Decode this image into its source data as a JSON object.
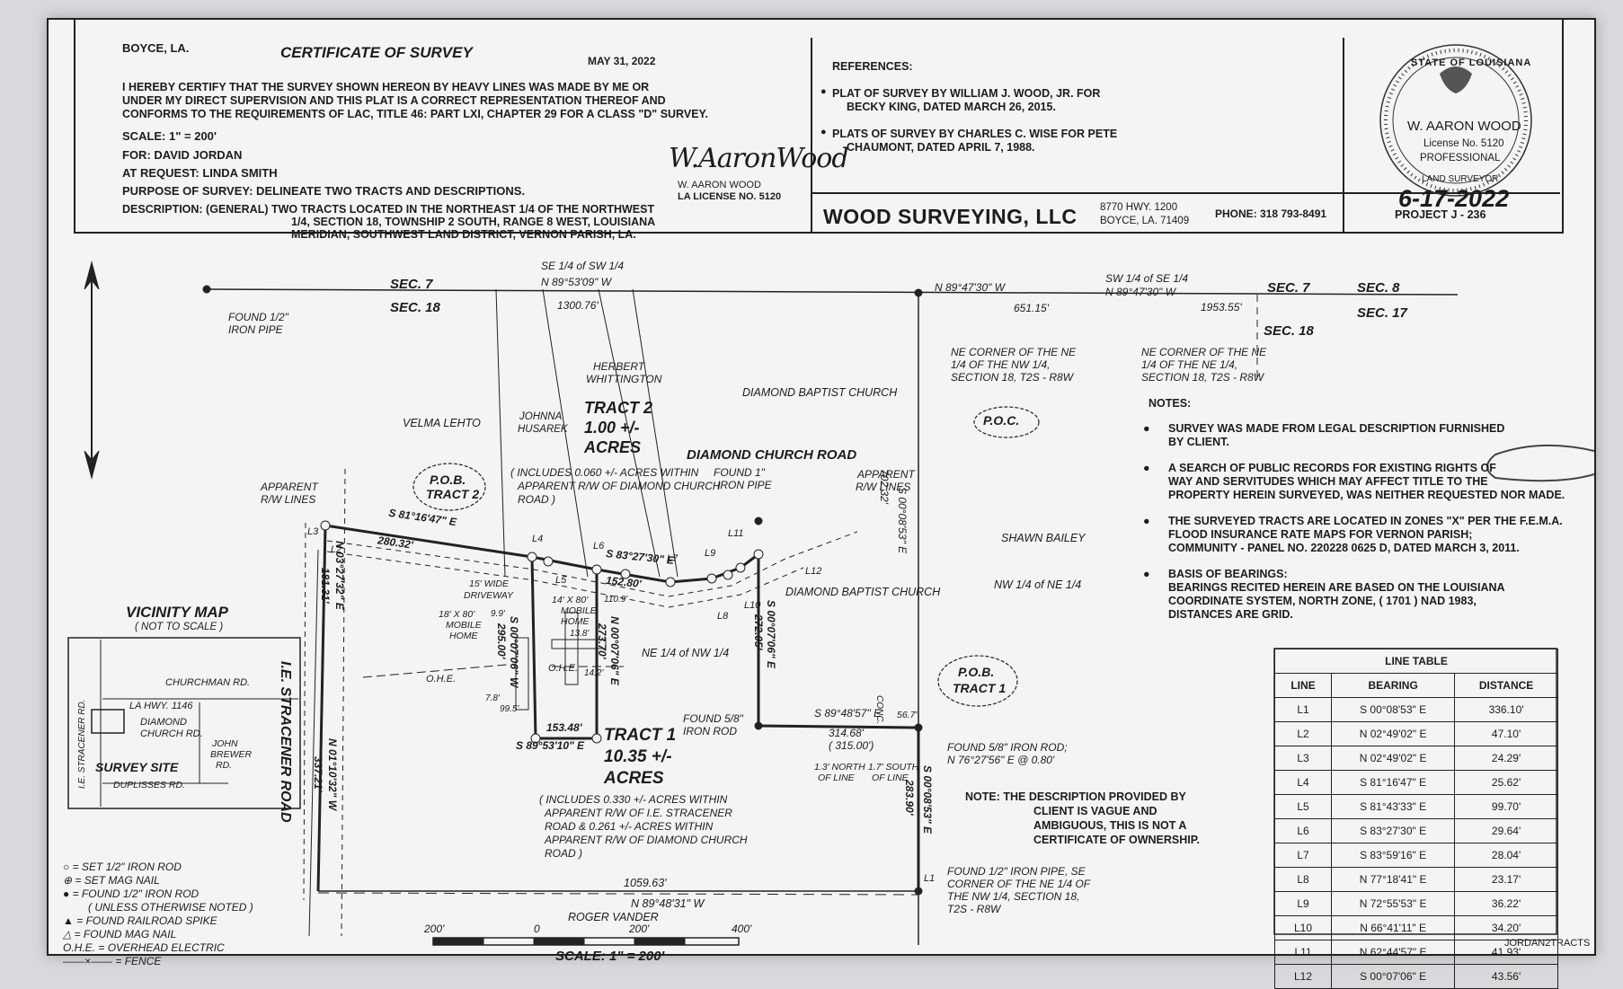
{
  "header": {
    "location": "BOYCE, LA.",
    "title": "CERTIFICATE OF SURVEY",
    "date": "MAY 31, 2022",
    "certify": [
      "I HEREBY CERTIFY THAT THE SURVEY SHOWN HEREON BY HEAVY LINES WAS MADE BY ME OR",
      "UNDER MY DIRECT SUPERVISION AND THIS PLAT IS A CORRECT REPRESENTATION THEREOF AND",
      "CONFORMS TO THE REQUIREMENTS OF LAC, TITLE 46: PART LXI, CHAPTER 29 FOR A CLASS \"D\" SURVEY."
    ],
    "scale": "SCALE: 1\" = 200'",
    "for": "FOR: DAVID JORDAN",
    "request": "AT REQUEST: LINDA SMITH",
    "purpose": "PURPOSE OF SURVEY: DELINEATE TWO TRACTS AND DESCRIPTIONS.",
    "description": [
      "DESCRIPTION: (GENERAL) TWO TRACTS LOCATED IN THE NORTHEAST 1/4 OF THE NORTHWEST",
      "1/4, SECTION 18, TOWNSHIP 2 SOUTH, RANGE 8 WEST, LOUISIANA",
      "MERIDIAN, SOUTHWEST LAND DISTRICT, VERNON PARISH, LA."
    ],
    "signature_script": "W.AaronWood",
    "signature_name": "W. AARON WOOD",
    "license": "LA LICENSE NO. 5120"
  },
  "references": {
    "title": "REFERENCES:",
    "items": [
      [
        "PLAT OF SURVEY BY WILLIAM J. WOOD, JR. FOR",
        "BECKY KING, DATED MARCH 26, 2015."
      ],
      [
        "PLATS OF SURVEY BY CHARLES C. WISE FOR PETE",
        "CHAUMONT, DATED APRIL 7, 1988."
      ]
    ]
  },
  "company": {
    "name": "WOOD SURVEYING, LLC",
    "address1": "8770 HWY. 1200",
    "address2": "BOYCE, LA. 71409",
    "phone": "PHONE: 318 793-8491",
    "project": "PROJECT J - 236"
  },
  "seal": {
    "ring_top": "STATE OF LOUISIANA",
    "name": "W. AARON WOOD",
    "license": "License No. 5120",
    "line1": "PROFESSIONAL",
    "ring_bottom": "LAND SURVEYOR",
    "hand_date": "6-17-2022"
  },
  "plat": {
    "sec7_left": "SEC. 7",
    "sec18_left": "SEC. 18",
    "se_sw": "SE 1/4 of SW 1/4",
    "top_bearing": "N 89°53'09\" W",
    "top_dist": "1300.76'",
    "found_pipe_nw": [
      "FOUND 1/2\"",
      "IRON PIPE"
    ],
    "n8947_a": "N 89°47'30\" W",
    "dist_651": "651.15'",
    "sw_se": "SW 1/4 of SE 1/4",
    "n8947_b": "N 89°47'30\" W",
    "dist_1953": "1953.55'",
    "sec7_right": "SEC. 7",
    "sec18_right": "SEC. 18",
    "sec8": "SEC. 8",
    "sec17": "SEC. 17",
    "ne_corner_nw": [
      "NE CORNER OF THE NE",
      "1/4 OF THE NW 1/4,",
      "SECTION 18, T2S - R8W"
    ],
    "poc": "P.O.C.",
    "ne_corner_ne": [
      "NE CORNER OF THE NE",
      "1/4 OF THE NE 1/4,",
      "SECTION 18, T2S - R8W"
    ],
    "herbert": [
      "HERBERT",
      "WHITTINGTON"
    ],
    "diamond_church_top": "DIAMOND BAPTIST CHURCH",
    "velma": "VELMA LEHTO",
    "johnna": [
      "JOHNNA",
      "HUSAREK"
    ],
    "tract2": [
      "TRACT 2",
      "1.00 +/-",
      "ACRES"
    ],
    "tract2_note": [
      "( INCLUDES 0.060 +/- ACRES WITHIN",
      "APPARENT R/W OF DIAMOND CHURCH",
      "ROAD )"
    ],
    "diamond_road": "DIAMOND CHURCH ROAD",
    "found_1_pipe": [
      "FOUND 1\"",
      "IRON PIPE"
    ],
    "apparent_rw_right": [
      "APPARENT",
      "R/W LINES"
    ],
    "pob2": [
      "P.O.B.",
      "TRACT 2"
    ],
    "apparent_rw_left": [
      "APPARENT",
      "R/W LINES"
    ],
    "s8116": "S 81°16'47\" E",
    "d280": "280.32'",
    "s8327": "S 83°27'30\" E",
    "d152": "152.80'",
    "lbl_L1": "L1",
    "lbl_L2": "L2",
    "lbl_L3": "L3",
    "lbl_L4": "L4",
    "lbl_L5": "L5",
    "lbl_L6": "L6",
    "lbl_L7": "L7",
    "lbl_L8": "L8",
    "lbl_L9": "L9",
    "lbl_L10": "L10",
    "lbl_L11": "L11",
    "lbl_L12": "L12",
    "s0008_east": "S 00°08'53\" E",
    "d702": "702.32'",
    "driveway": [
      "15' WIDE",
      "DRIVEWAY"
    ],
    "mobile14": [
      "14' X 80'",
      "MOBILE",
      "HOME"
    ],
    "mobile18": [
      "18' X 80'",
      "MOBILE",
      "HOME"
    ],
    "d110": "110.9'",
    "d99": "9.9'",
    "d138": "13.8'",
    "d142": "14.2'",
    "d78": "7.8'",
    "d995": "99.5'",
    "ohe1": "O.H.E.",
    "ohe2": "O.H.E.",
    "s0007a": "S 00°07'06\" W",
    "d295": "295.00'",
    "n0007": "N 00°07'06\" E",
    "d273": "273.70'",
    "s0007b": "S 00°07'06\" E",
    "d272": "272.05'",
    "shawn": "SHAWN BAILEY",
    "nw_ne": "NW 1/4 of NE 1/4",
    "diamond_church_mid": "DIAMOND BAPTIST CHURCH",
    "ne_nw": "NE 1/4 of NW 1/4",
    "d153": "153.48'",
    "s8953": "S 89°53'10\" E",
    "tract1": [
      "TRACT 1",
      "10.35 +/-",
      "ACRES"
    ],
    "tract1_note": [
      "( INCLUDES 0.330 +/- ACRES WITHIN",
      "APPARENT R/W OF I.E. STRACENER",
      "ROAD & 0.261 +/- ACRES WITHIN",
      "APPARENT R/W OF DIAMOND CHURCH",
      "ROAD )"
    ],
    "found58_a": [
      "FOUND 5/8\"",
      "IRON ROD"
    ],
    "s8948": "S 89°48'57\" E",
    "d314": "314.68'",
    "d315": "( 315.00')",
    "north_line": [
      "1.3' NORTH",
      "OF LINE"
    ],
    "south_line": [
      "1.7' SOUTH",
      "OF LINE"
    ],
    "conc": "CONC.",
    "d567": "56.7'",
    "pob1": [
      "P.O.B.",
      "TRACT 1"
    ],
    "found58_b": [
      "FOUND 5/8\" IRON ROD;",
      "N 76°27'56\" E @ 0.80'"
    ],
    "s0008_lower": "S 00°08'53\" E",
    "d283": "283.90'",
    "found12_se": [
      "FOUND 1/2\" IRON PIPE, SE",
      "CORNER OF THE NE 1/4 OF",
      "THE NW 1/4, SECTION 18,",
      "T2S - R8W"
    ],
    "n0332": "N 03°27'32\" E",
    "d181": "181.31'",
    "n0110": "N 01°10'32\" W",
    "d337": "337.21'",
    "ie_road": "I.E. STRACENER ROAD",
    "d1059": "1059.63'",
    "n8948": "N 89°48'31\" W",
    "roger": "ROGER VANDER",
    "scale_200l": "200'",
    "scale_0": "0",
    "scale_200r": "200'",
    "scale_400": "400'",
    "scale_text": "SCALE: 1\" = 200'",
    "desc_note": [
      "NOTE: THE DESCRIPTION PROVIDED BY",
      "CLIENT IS VAGUE AND",
      "AMBIGUOUS, THIS IS NOT A",
      "CERTIFICATE OF OWNERSHIP."
    ],
    "l1_small": "L1"
  },
  "vicinity": {
    "title": "VICINITY MAP",
    "subtitle": "( NOT TO SCALE )",
    "churchman": "CHURCHMAN RD.",
    "hwy": "LA HWY. 1146",
    "diamond": [
      "DIAMOND",
      "CHURCH RD."
    ],
    "john": [
      "JOHN",
      "BREWER",
      "RD."
    ],
    "site": "SURVEY SITE",
    "duplisses": "DUPLISSES RD.",
    "ie": "I.E. STRACENER RD."
  },
  "legend": {
    "items": [
      {
        "sym": "○",
        "text": "= SET 1/2\" IRON ROD"
      },
      {
        "sym": "⊕",
        "text": "= SET MAG NAIL"
      },
      {
        "sym": "●",
        "text": "= FOUND 1/2\" IRON ROD"
      },
      {
        "sym": "",
        "text": "( UNLESS OTHERWISE NOTED )"
      },
      {
        "sym": "▲",
        "text": "= FOUND RAILROAD SPIKE"
      },
      {
        "sym": "△",
        "text": "= FOUND MAG NAIL"
      },
      {
        "sym": "O.H.E.",
        "text": "= OVERHEAD ELECTRIC"
      },
      {
        "sym": "——×——",
        "text": "= FENCE"
      }
    ]
  },
  "notes": {
    "title": "NOTES:",
    "items": [
      [
        "SURVEY WAS MADE FROM LEGAL DESCRIPTION FURNISHED",
        "BY CLIENT."
      ],
      [
        "A SEARCH OF PUBLIC RECORDS FOR EXISTING RIGHTS OF",
        "WAY AND SERVITUDES WHICH MAY AFFECT TITLE TO THE",
        "PROPERTY HEREIN SURVEYED, WAS NEITHER REQUESTED NOR MADE."
      ],
      [
        "THE SURVEYED TRACTS ARE LOCATED IN ZONES \"X\" PER THE F.E.M.A.",
        "FLOOD INSURANCE RATE MAPS FOR VERNON PARISH;",
        "COMMUNITY - PANEL NO. 220228 0625 D, DATED MARCH 3, 2011."
      ],
      [
        "BASIS OF BEARINGS:",
        "BEARINGS RECITED HEREIN ARE BASED ON THE LOUISIANA",
        "COORDINATE SYSTEM, NORTH ZONE, ( 1701 ) NAD 1983,",
        "DISTANCES ARE GRID."
      ]
    ]
  },
  "line_table": {
    "title": "LINE TABLE",
    "headers": [
      "LINE",
      "BEARING",
      "DISTANCE"
    ],
    "rows": [
      [
        "L1",
        "S 00°08'53\" E",
        "336.10'"
      ],
      [
        "L2",
        "N 02°49'02\" E",
        "47.10'"
      ],
      [
        "L3",
        "N 02°49'02\" E",
        "24.29'"
      ],
      [
        "L4",
        "S 81°16'47\" E",
        "25.62'"
      ],
      [
        "L5",
        "S 81°43'33\" E",
        "99.70'"
      ],
      [
        "L6",
        "S 83°27'30\" E",
        "29.64'"
      ],
      [
        "L7",
        "S 83°59'16\" E",
        "28.04'"
      ],
      [
        "L8",
        "N 77°18'41\" E",
        "23.17'"
      ],
      [
        "L9",
        "N 72°55'53\" E",
        "36.22'"
      ],
      [
        "L10",
        "N 66°41'11\" E",
        "34.20'"
      ],
      [
        "L11",
        "N 62°44'57\" E",
        "41.93'"
      ],
      [
        "L12",
        "S 00°07'06\" E",
        "43.56'"
      ]
    ]
  },
  "file_name": "JORDAN2TRACTS"
}
